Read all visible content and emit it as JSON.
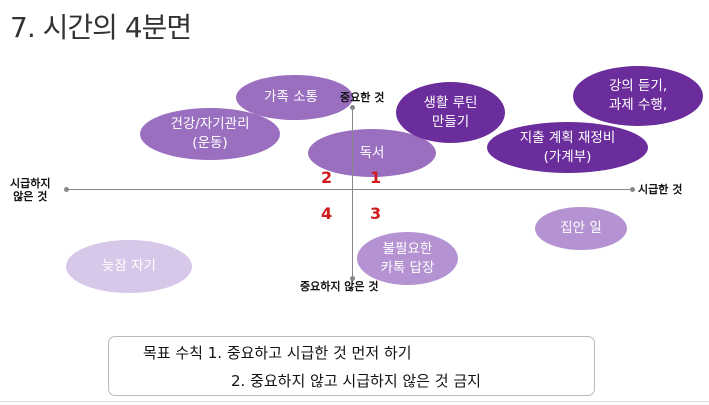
{
  "title": "7. 시간의 4분면",
  "axes": {
    "top": "중요한 것",
    "bottom": "중요하지 않은 것",
    "right": "시급한 것",
    "left_line1": "시급하지",
    "left_line2": "않은 것"
  },
  "quadrants": {
    "q1": "1",
    "q2": "2",
    "q3": "3",
    "q4": "4"
  },
  "items": {
    "family": "가족 소통",
    "health_1": "건강/자기관리",
    "health_2": "(운동)",
    "reading": "독서",
    "routine_1": "생활 루틴",
    "routine_2": "만들기",
    "lecture_1": "강의 듣기,",
    "lecture_2": "과제 수행,",
    "budget_1": "지출 계획 재정비",
    "budget_2": "(가계부)",
    "chores": "집안 일",
    "kakao_1": "불필요한",
    "kakao_2": "카톡 답장",
    "oversleep": "늦잠 자기"
  },
  "goal": {
    "line1": "목표 수칙 1. 중요하고 시급한 것 먼저 하기",
    "line2": "2. 중요하지 않고 시급하지 않은 것 금지"
  }
}
